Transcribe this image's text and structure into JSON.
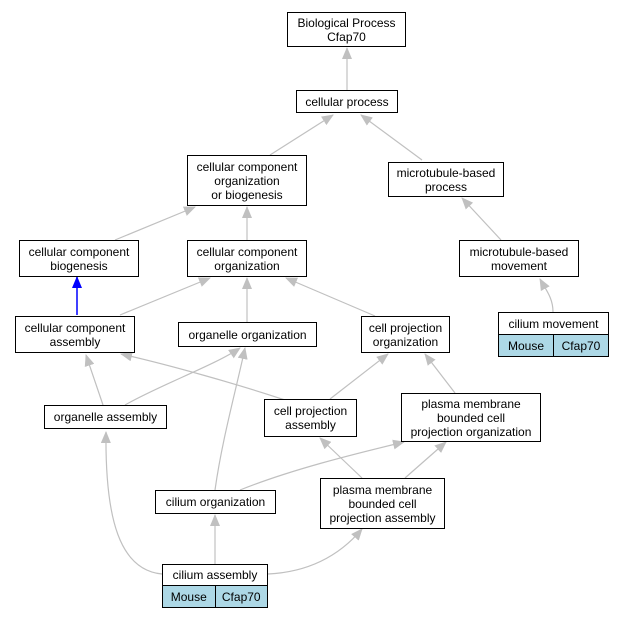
{
  "nodes": {
    "bp": "Biological Process\nCfap70",
    "cp": "cellular process",
    "ccob": "cellular component\norganization\nor biogenesis",
    "mbp": "microtubule-based\nprocess",
    "ccb": "cellular component\nbiogenesis",
    "cco": "cellular component\norganization",
    "mbm": "microtubule-based\nmovement",
    "cca": "cellular component\nassembly",
    "oo": "organelle organization",
    "cpo": "cell projection\norganization",
    "cm": "cilium movement",
    "oa": "organelle assembly",
    "cpa": "cell projection\nassembly",
    "pmbcpo": "plasma membrane\nbounded cell\nprojection organization",
    "co": "cilium organization",
    "pmbcpa": "plasma membrane\nbounded cell\nprojection assembly",
    "ca": "cilium assembly"
  },
  "annotations": {
    "cm": {
      "species": "Mouse",
      "gene": "Cfap70"
    },
    "ca": {
      "species": "Mouse",
      "gene": "Cfap70"
    }
  },
  "colors": {
    "edge": "#c0c0c0",
    "highlight_edge": "#0000ff",
    "annotation_fill": "#add8e6"
  }
}
